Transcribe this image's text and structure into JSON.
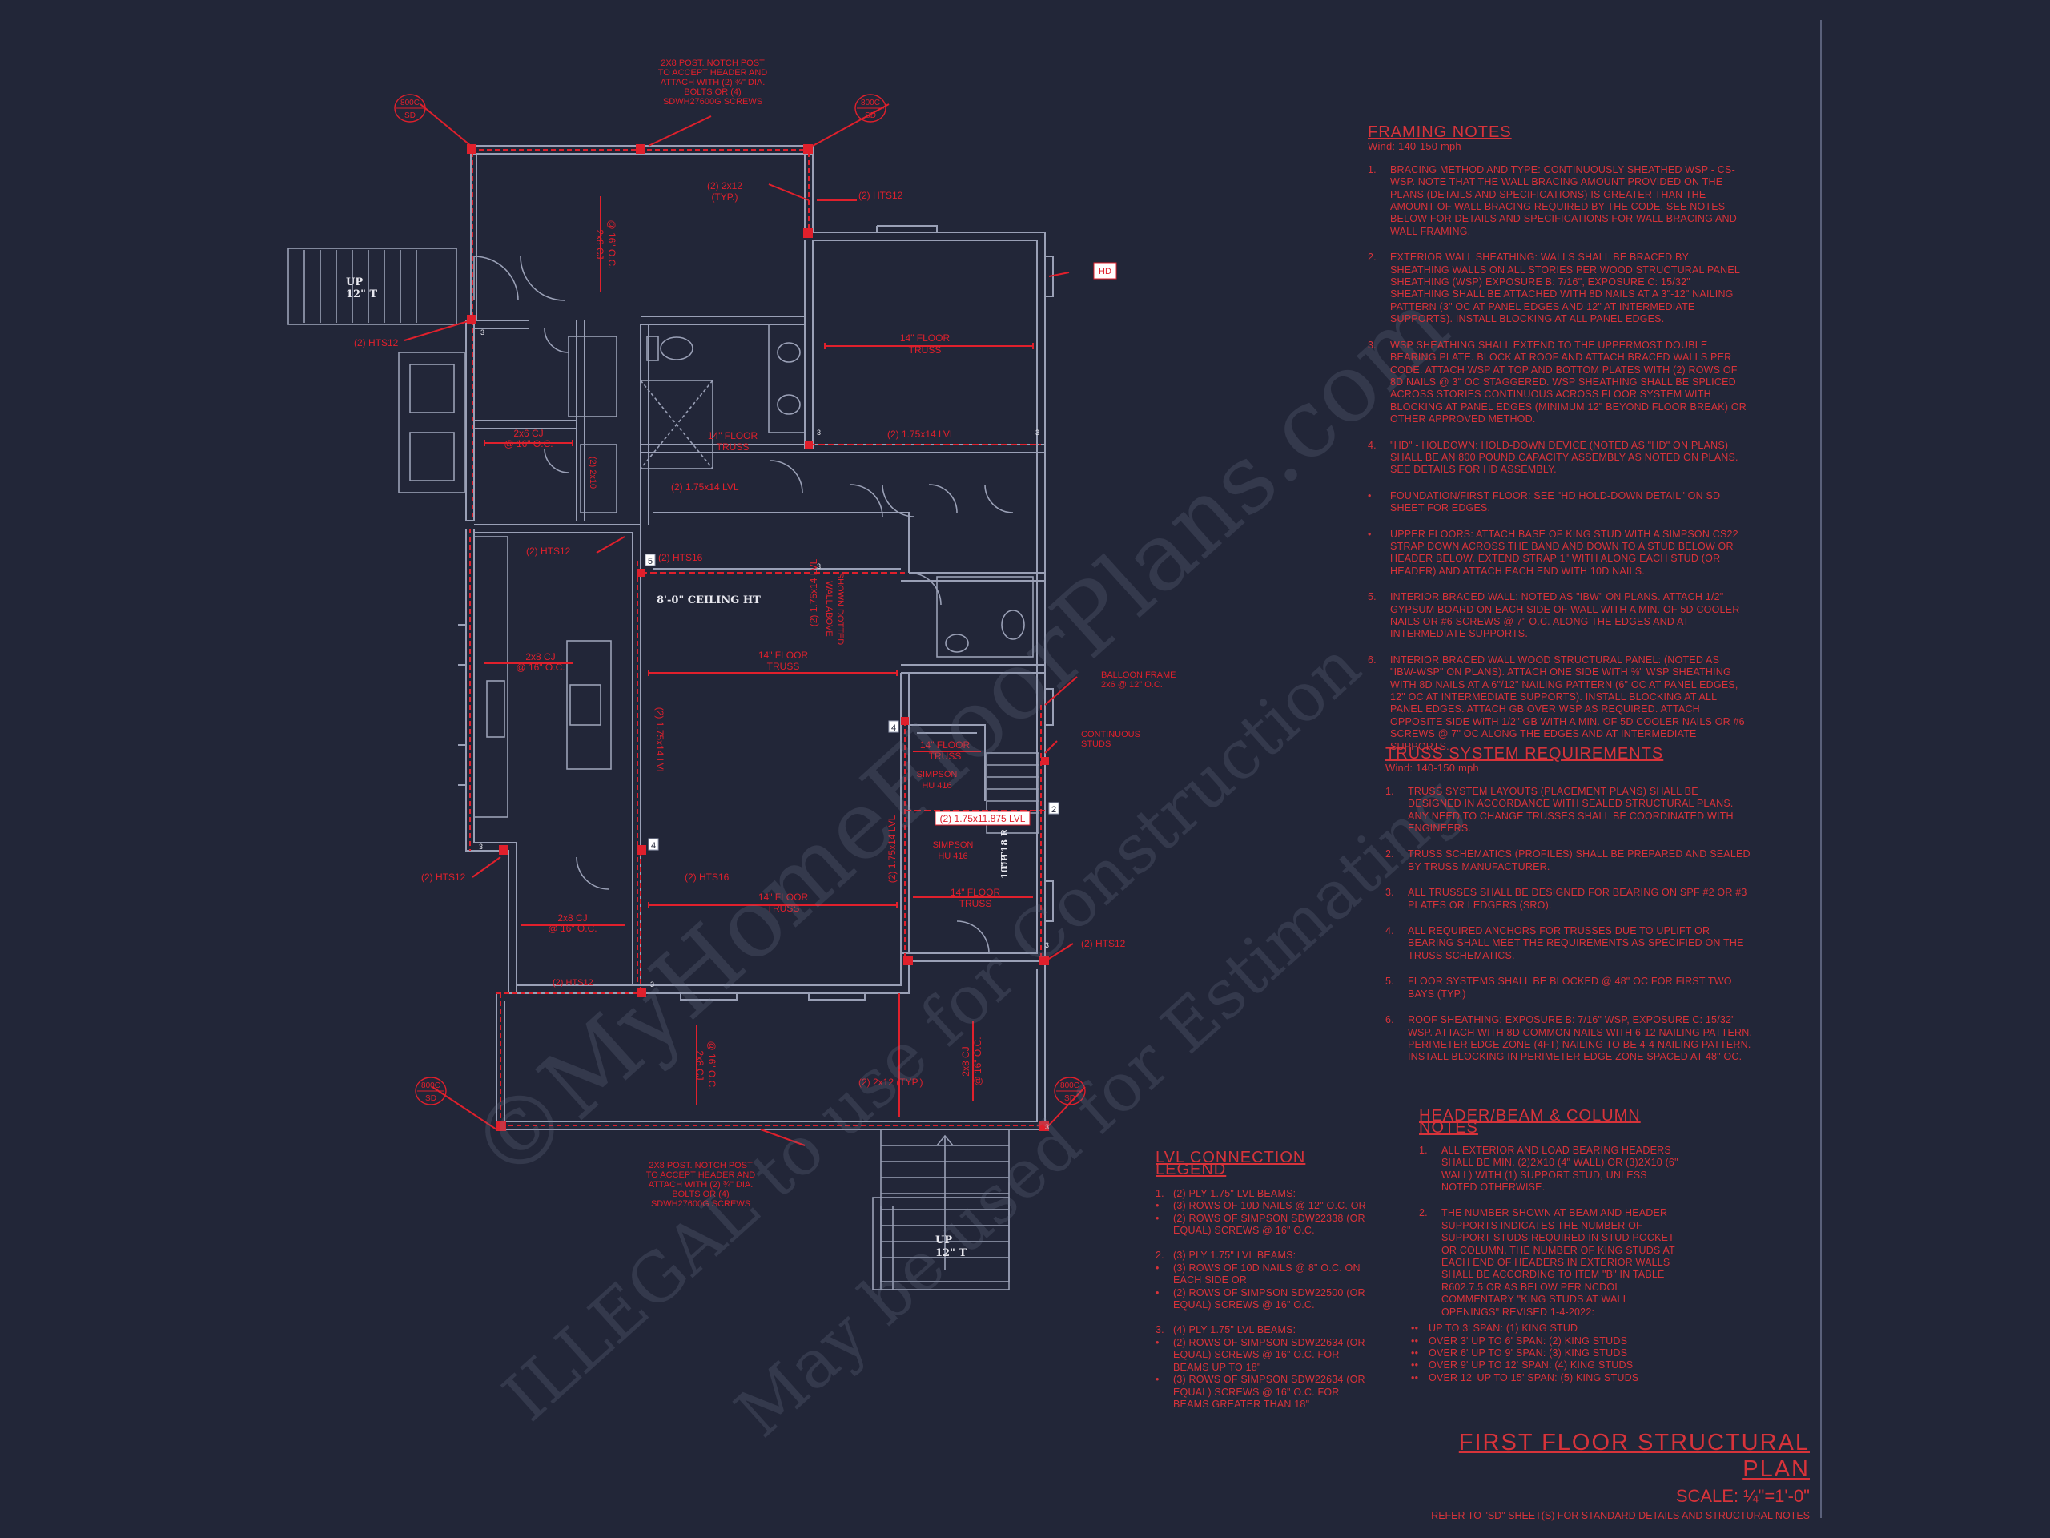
{
  "colors": {
    "background": "#222638",
    "wall": "#9aa0b6",
    "structure": "#e0202c",
    "note_text": "#d8333a",
    "white": "#e8e8ef",
    "border": "#5a607a"
  },
  "watermarks": [
    "©MyHomeFloorPlans.com",
    "ILLEGAL to use for Construction",
    "May be used for Estimating"
  ],
  "plan_labels": {
    "post_top": [
      "2X8 POST. NOTCH POST",
      "TO ACCEPT HEADER AND",
      "ATTACH WITH (2) ¾\" DIA.",
      "BOLTS OR (4)",
      "SDWH27600G SCREWS"
    ],
    "post_bottom": [
      "2X8 POST. NOTCH POST",
      "TO ACCEPT HEADER AND",
      "ATTACH WITH (2) ¾\" DIA.",
      "BOLTS OR (4)",
      "SDWH27600G SCREWS"
    ],
    "tag_code": "800C",
    "tag_sub": "SD",
    "stair_up": "UP",
    "stair_tread": "12\" T",
    "ceiling": "8'-0\" CEILING HT",
    "lvl_callout": "(2) 1.75x11.875 LVL",
    "hd": "HD",
    "balloon": [
      "BALLOON FRAME",
      "2x6 @ 12\" O.C."
    ],
    "continuous": [
      "CONTINUOUS",
      "STUDS"
    ],
    "stair_small": [
      "UP 18 R",
      "10\" T"
    ],
    "misc": {
      "two_2x12_typ": "(2) 2x12 (TYP.)",
      "two_2x12_typ_a": "(2) 2x12",
      "two_2x12_typ_b": "(TYP.)",
      "h1": "(2) HTS12",
      "h2": "(2) HTS12",
      "h3": "(2) HTS12",
      "h4": "(2) HTS12",
      "h5": "(2) HTS12",
      "h6": "(2) HTS16",
      "h7": "(2) HTS16",
      "h8": "(2) HTS12",
      "cj1a": "2x6 CJ",
      "cj1b": "@ 16\" O.C.",
      "cj2a": "2x8 CJ",
      "cj2b": "@ 16\" O.C.",
      "cj3a": "2x8 CJ",
      "cj3b": "@ 16\" O.C.",
      "cj_top_a": "2x8 CJ",
      "cj_top_b": "@ 16\" O.C.",
      "cj_bot_a": "2x8 CJ",
      "cj_bot_b": "@ 16\" O.C.",
      "cj_right_a": "2x8 CJ",
      "cj_right_b": "@ 16\" O.C.",
      "t14a": "14\" FLOOR",
      "t14b": "TRUSS",
      "t14c": "14\" FLOOR",
      "t14d": "TRUSS",
      "t14e": "14\" FLOOR",
      "t14f": "TRUSS",
      "t14g": "14\" FLOOR",
      "t14h": "TRUSS",
      "t14i": "14\" FLOOR",
      "t14j": "TRUSS",
      "t14k": "14\" FLOOR",
      "t14l": "TRUSS",
      "lvl_a": "(2) 1.75x14 LVL",
      "lvl_b": "(2) 1.75x14 LVL",
      "lvl_c": "(2) 1.75x14 LVL",
      "lvl_d": "(2) 1.75x14 LVL",
      "lvl_e": "(2) 1.75x14 LVL",
      "bar_small": "(2) 2x10",
      "simp1a": "SIMPSON",
      "simp1b": "HU 416",
      "simp2a": "SIMPSON",
      "simp2b": "HU 416",
      "wall_above": [
        "WALL ABOVE",
        "SHOWN DOTTED"
      ],
      "n2": "2",
      "n4a": "4",
      "n4b": "4",
      "n5": "5",
      "n3": "3"
    }
  },
  "framing_notes": {
    "title": "FRAMING NOTES",
    "sub": "Wind: 140-150 mph",
    "items": [
      {
        "n": "1.",
        "t": "BRACING METHOD AND TYPE: CONTINUOUSLY SHEATHED WSP - CS-WSP. NOTE THAT THE WALL BRACING AMOUNT PROVIDED ON THE PLANS (DETAILS AND SPECIFICATIONS) IS GREATER THAN THE AMOUNT OF WALL BRACING REQUIRED BY THE CODE. SEE NOTES BELOW FOR DETAILS AND SPECIFICATIONS FOR WALL BRACING AND WALL FRAMING."
      },
      {
        "n": "2.",
        "t": "EXTERIOR WALL SHEATHING: WALLS SHALL BE BRACED BY SHEATHING WALLS ON ALL STORIES PER WOOD STRUCTURAL PANEL SHEATHING (WSP) EXPOSURE B: 7/16\", EXPOSURE C: 15/32\" SHEATHING SHALL BE ATTACHED WITH 8d NAILS AT A 3\"-12\" NAILING PATTERN (3\" OC AT PANEL EDGES AND 12\" AT INTERMEDIATE SUPPORTS). INSTALL BLOCKING AT ALL PANEL EDGES."
      },
      {
        "n": "3.",
        "t": "WSP SHEATHING SHALL EXTEND TO THE UPPERMOST DOUBLE BEARING PLATE. BLOCK AT ROOF AND ATTACH BRACED WALLS PER CODE. ATTACH WSP AT TOP AND BOTTOM PLATES WITH (2) ROWS OF 8d NAILS @ 3\" OC STAGGERED. WSP SHEATHING SHALL BE SPLICED ACROSS STORIES CONTINUOUS ACROSS FLOOR SYSTEM WITH BLOCKING AT PANEL EDGES (MINIMUM 12\" BEYOND FLOOR BREAK) OR OTHER APPROVED METHOD."
      },
      {
        "n": "4.",
        "t": "\"HD\" - HOLDOWN: HOLD-DOWN DEVICE (NOTED AS \"HD\" ON PLANS) SHALL BE AN 800 POUND CAPACITY ASSEMBLY AS NOTED ON PLANS. SEE DETAILS FOR HD ASSEMBLY."
      },
      {
        "n": "•",
        "t": "FOUNDATION/FIRST FLOOR: SEE \"HD HOLD-DOWN DETAIL\" ON SD SHEET FOR EDGES."
      },
      {
        "n": "•",
        "t": "UPPER FLOORS: ATTACH BASE OF KING STUD WITH A SIMPSON CS22 STRAP DOWN ACROSS THE BAND AND DOWN TO A STUD BELOW OR HEADER BELOW. EXTEND STRAP 1\" WITH ALONG EACH STUD (OR HEADER) AND ATTACH EACH END WITH 10d NAILS."
      },
      {
        "n": "5.",
        "t": "INTERIOR BRACED WALL: NOTED AS \"IBW\" ON PLANS. ATTACH 1/2\" GYPSUM BOARD ON EACH SIDE OF WALL WITH A MIN. OF 5d COOLER NAILS OR #6 SCREWS @ 7\" O.C. ALONG THE EDGES AND AT INTERMEDIATE SUPPORTS."
      },
      {
        "n": "6.",
        "t": "INTERIOR BRACED WALL WOOD STRUCTURAL PANEL: (NOTED AS \"IBW-WSP\" ON PLANS). ATTACH ONE SIDE WITH ⅜\" WSP SHEATHING WITH 8d NAILS AT A 6\"/12\" NAILING PATTERN (6\" OC AT PANEL EDGES, 12\" OC AT INTERMEDIATE SUPPORTS). INSTALL BLOCKING AT ALL PANEL EDGES. ATTACH GB OVER WSP AS REQUIRED. ATTACH OPPOSITE SIDE WITH 1/2\" GB WITH A MIN. OF 5d COOLER NAILS OR #6 SCREWS @ 7\" OC ALONG THE EDGES AND AT INTERMEDIATE SUPPORTS."
      }
    ]
  },
  "truss_notes": {
    "title": "TRUSS SYSTEM REQUIREMENTS",
    "sub": "Wind: 140-150 mph",
    "items": [
      {
        "n": "1.",
        "t": "TRUSS SYSTEM LAYOUTS (PLACEMENT PLANS) SHALL BE DESIGNED IN ACCORDANCE WITH SEALED STRUCTURAL PLANS. ANY NEED TO CHANGE TRUSSES SHALL BE COORDINATED WITH ENGINEERS."
      },
      {
        "n": "2.",
        "t": "TRUSS SCHEMATICS (PROFILES) SHALL BE PREPARED AND SEALED BY TRUSS MANUFACTURER."
      },
      {
        "n": "3.",
        "t": "ALL TRUSSES SHALL BE DESIGNED FOR BEARING ON SPF #2 OR #3 PLATES OR LEDGERS (SRO)."
      },
      {
        "n": "4.",
        "t": "ALL REQUIRED ANCHORS FOR TRUSSES DUE TO UPLIFT OR BEARING SHALL MEET THE REQUIREMENTS AS SPECIFIED ON THE TRUSS SCHEMATICS."
      },
      {
        "n": "5.",
        "t": "FLOOR SYSTEMS SHALL BE BLOCKED @ 48\" OC FOR FIRST TWO BAYS (TYP.)"
      },
      {
        "n": "6.",
        "t": "ROOF SHEATHING: EXPOSURE B: 7/16\" WSP, EXPOSURE C: 15/32\" WSP. ATTACH WITH 8d COMMON NAILS WITH 6-12 NAILING PATTERN. PERIMETER EDGE ZONE (4ft) NAILING TO BE 4-4 NAILING PATTERN. INSTALL BLOCKING IN PERIMETER EDGE ZONE SPACED AT 48\" OC."
      }
    ]
  },
  "header_notes": {
    "title": "HEADER/BEAM & COLUMN NOTES",
    "items": [
      {
        "n": "1.",
        "t": "ALL EXTERIOR AND LOAD BEARING HEADERS SHALL BE MIN. (2)2x10 (4\" WALL) OR (3)2x10 (6\" WALL) WITH (1) SUPPORT STUD, UNLESS NOTED OTHERWISE."
      },
      {
        "n": "2.",
        "t": "THE NUMBER SHOWN AT BEAM AND HEADER SUPPORTS INDICATES THE NUMBER OF SUPPORT STUDS REQUIRED IN STUD POCKET OR COLUMN. THE NUMBER OF KING STUDS AT EACH END OF HEADERS IN EXTERIOR WALLS SHALL BE ACCORDING TO ITEM \"B\" IN TABLE R602.7.5 OR AS BELOW PER NCDOI COMMENTARY \"KING STUDS AT WALL OPENINGS\" REVISED 1-4-2022:"
      }
    ],
    "bullets": [
      "UP TO 3' SPAN: (1) KING STUD",
      "OVER 3' UP TO 6' SPAN: (2) KING STUDS",
      "OVER 6' UP TO 9' SPAN: (3) KING STUDS",
      "OVER 9' UP TO 12' SPAN: (4) KING STUDS",
      "OVER 12' UP TO 15' SPAN: (5) KING STUDS"
    ]
  },
  "lvl_legend": {
    "title": "LVL CONNECTION LEGEND",
    "groups": [
      {
        "n": "1.",
        "lines": [
          "(2) PLY 1.75\" LVL BEAMS:",
          "(3) ROWS OF 10d NAILS @ 12\" O.C. OR",
          "(2) ROWS OF SIMPSON SDW22338 (OR EQUAL) SCREWS @ 16\" O.C."
        ]
      },
      {
        "n": "2.",
        "lines": [
          "(3) PLY 1.75\" LVL BEAMS:",
          "(3) ROWS OF 10d NAILS @ 8\" O.C. ON EACH SIDE OR",
          "(2) ROWS OF SIMPSON SDW22500 (OR EQUAL) SCREWS @ 16\" O.C."
        ]
      },
      {
        "n": "3.",
        "lines": [
          "(4) PLY 1.75\" LVL BEAMS:",
          "(2) ROWS OF SIMPSON SDW22634 (OR EQUAL) SCREWS @ 16\" O.C. FOR BEAMS UP TO 18\"",
          "(3) ROWS OF SIMPSON SDW22634 (OR EQUAL) SCREWS @ 16\" O.C. FOR BEAMS GREATER THAN 18\""
        ]
      }
    ]
  },
  "sheet_title": {
    "title": "FIRST FLOOR STRUCTURAL PLAN",
    "scale": "SCALE: ¼\"=1'-0\"",
    "refer": "REFER TO \"SD\" SHEET(S) FOR STANDARD DETAILS AND STRUCTURAL NOTES"
  }
}
